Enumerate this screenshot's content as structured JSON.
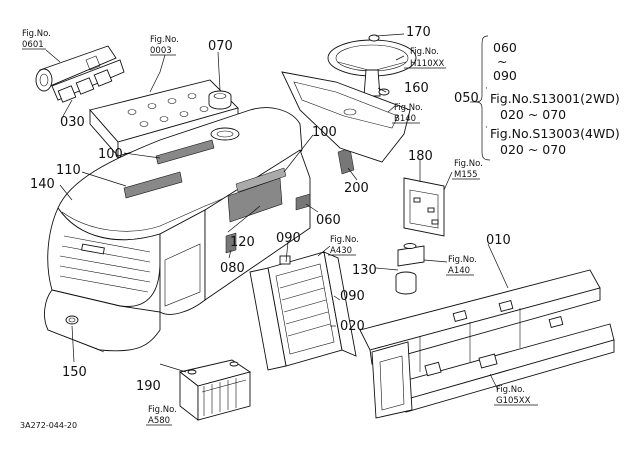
{
  "figure_code": "3A272-044-20",
  "callouts": {
    "c010": "010",
    "c020": "020",
    "c030": "030",
    "c050": "050",
    "c060": "060",
    "c070": "070",
    "c080": "080",
    "c090a": "090",
    "c090b": "090",
    "c100a": "100",
    "c100b": "100",
    "c110": "110",
    "c120": "120",
    "c130": "130",
    "c140": "140",
    "c150": "150",
    "c160": "160",
    "c170": "170",
    "c180": "180",
    "c190": "190",
    "c200": "200"
  },
  "fig_refs": {
    "f0601": {
      "head": "Fig.No.",
      "num": "0601"
    },
    "f0003": {
      "head": "Fig.No.",
      "num": "0003"
    },
    "fH110": {
      "head": "Fig.No.",
      "num": "H110XX"
    },
    "fB140": {
      "head": "Fig.No.",
      "num": "B140"
    },
    "fM155": {
      "head": "Fig.No.",
      "num": "M155"
    },
    "fA430": {
      "head": "Fig.No.",
      "num": "A430"
    },
    "fA140": {
      "head": "Fig.No.",
      "num": "A140"
    },
    "fA580": {
      "head": "Fig.No.",
      "num": "A580"
    },
    "fG105": {
      "head": "Fig.No.",
      "num": "G105XX"
    }
  },
  "bracket_note": {
    "line1": "060",
    "line2": "~",
    "line3": "090",
    "line4": "Fig.No.S13001(2WD)",
    "line5": "020 ~ 070",
    "line6": "Fig.No.S13003(4WD)",
    "line7": "020 ~ 070"
  }
}
